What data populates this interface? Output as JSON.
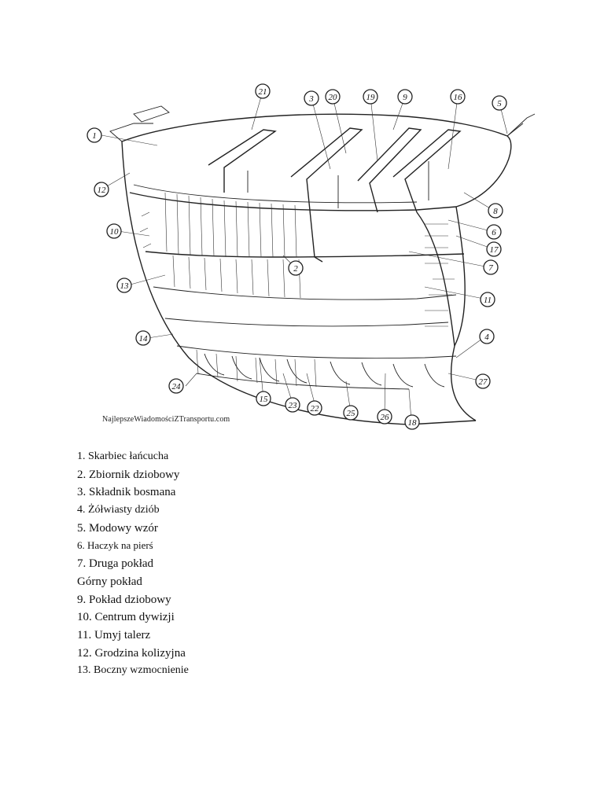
{
  "diagram": {
    "callouts": [
      "21",
      "3",
      "20",
      "19",
      "9",
      "16",
      "5",
      "1",
      "12",
      "8",
      "6",
      "10",
      "17",
      "7",
      "2",
      "13",
      "11",
      "14",
      "4",
      "27",
      "24",
      "15",
      "23",
      "22",
      "25",
      "26",
      "18"
    ]
  },
  "watermark": "NajlepszeWiadomościZTransportu.com",
  "legend": [
    "1. Skarbiec łańcucha",
    "2. Zbiornik dziobowy",
    "3. Składnik bosmana",
    "4. Żółwiasty dziób",
    "5. Modowy wzór",
    "6. Haczyk na pierś",
    "7. Druga pokład",
    "Górny pokład",
    "9. Pokład dziobowy",
    "10. Centrum dywizji",
    "11. Umyj talerz",
    "12. Grodzina kolizyjna",
    "13. Boczny wzmocnienie"
  ]
}
